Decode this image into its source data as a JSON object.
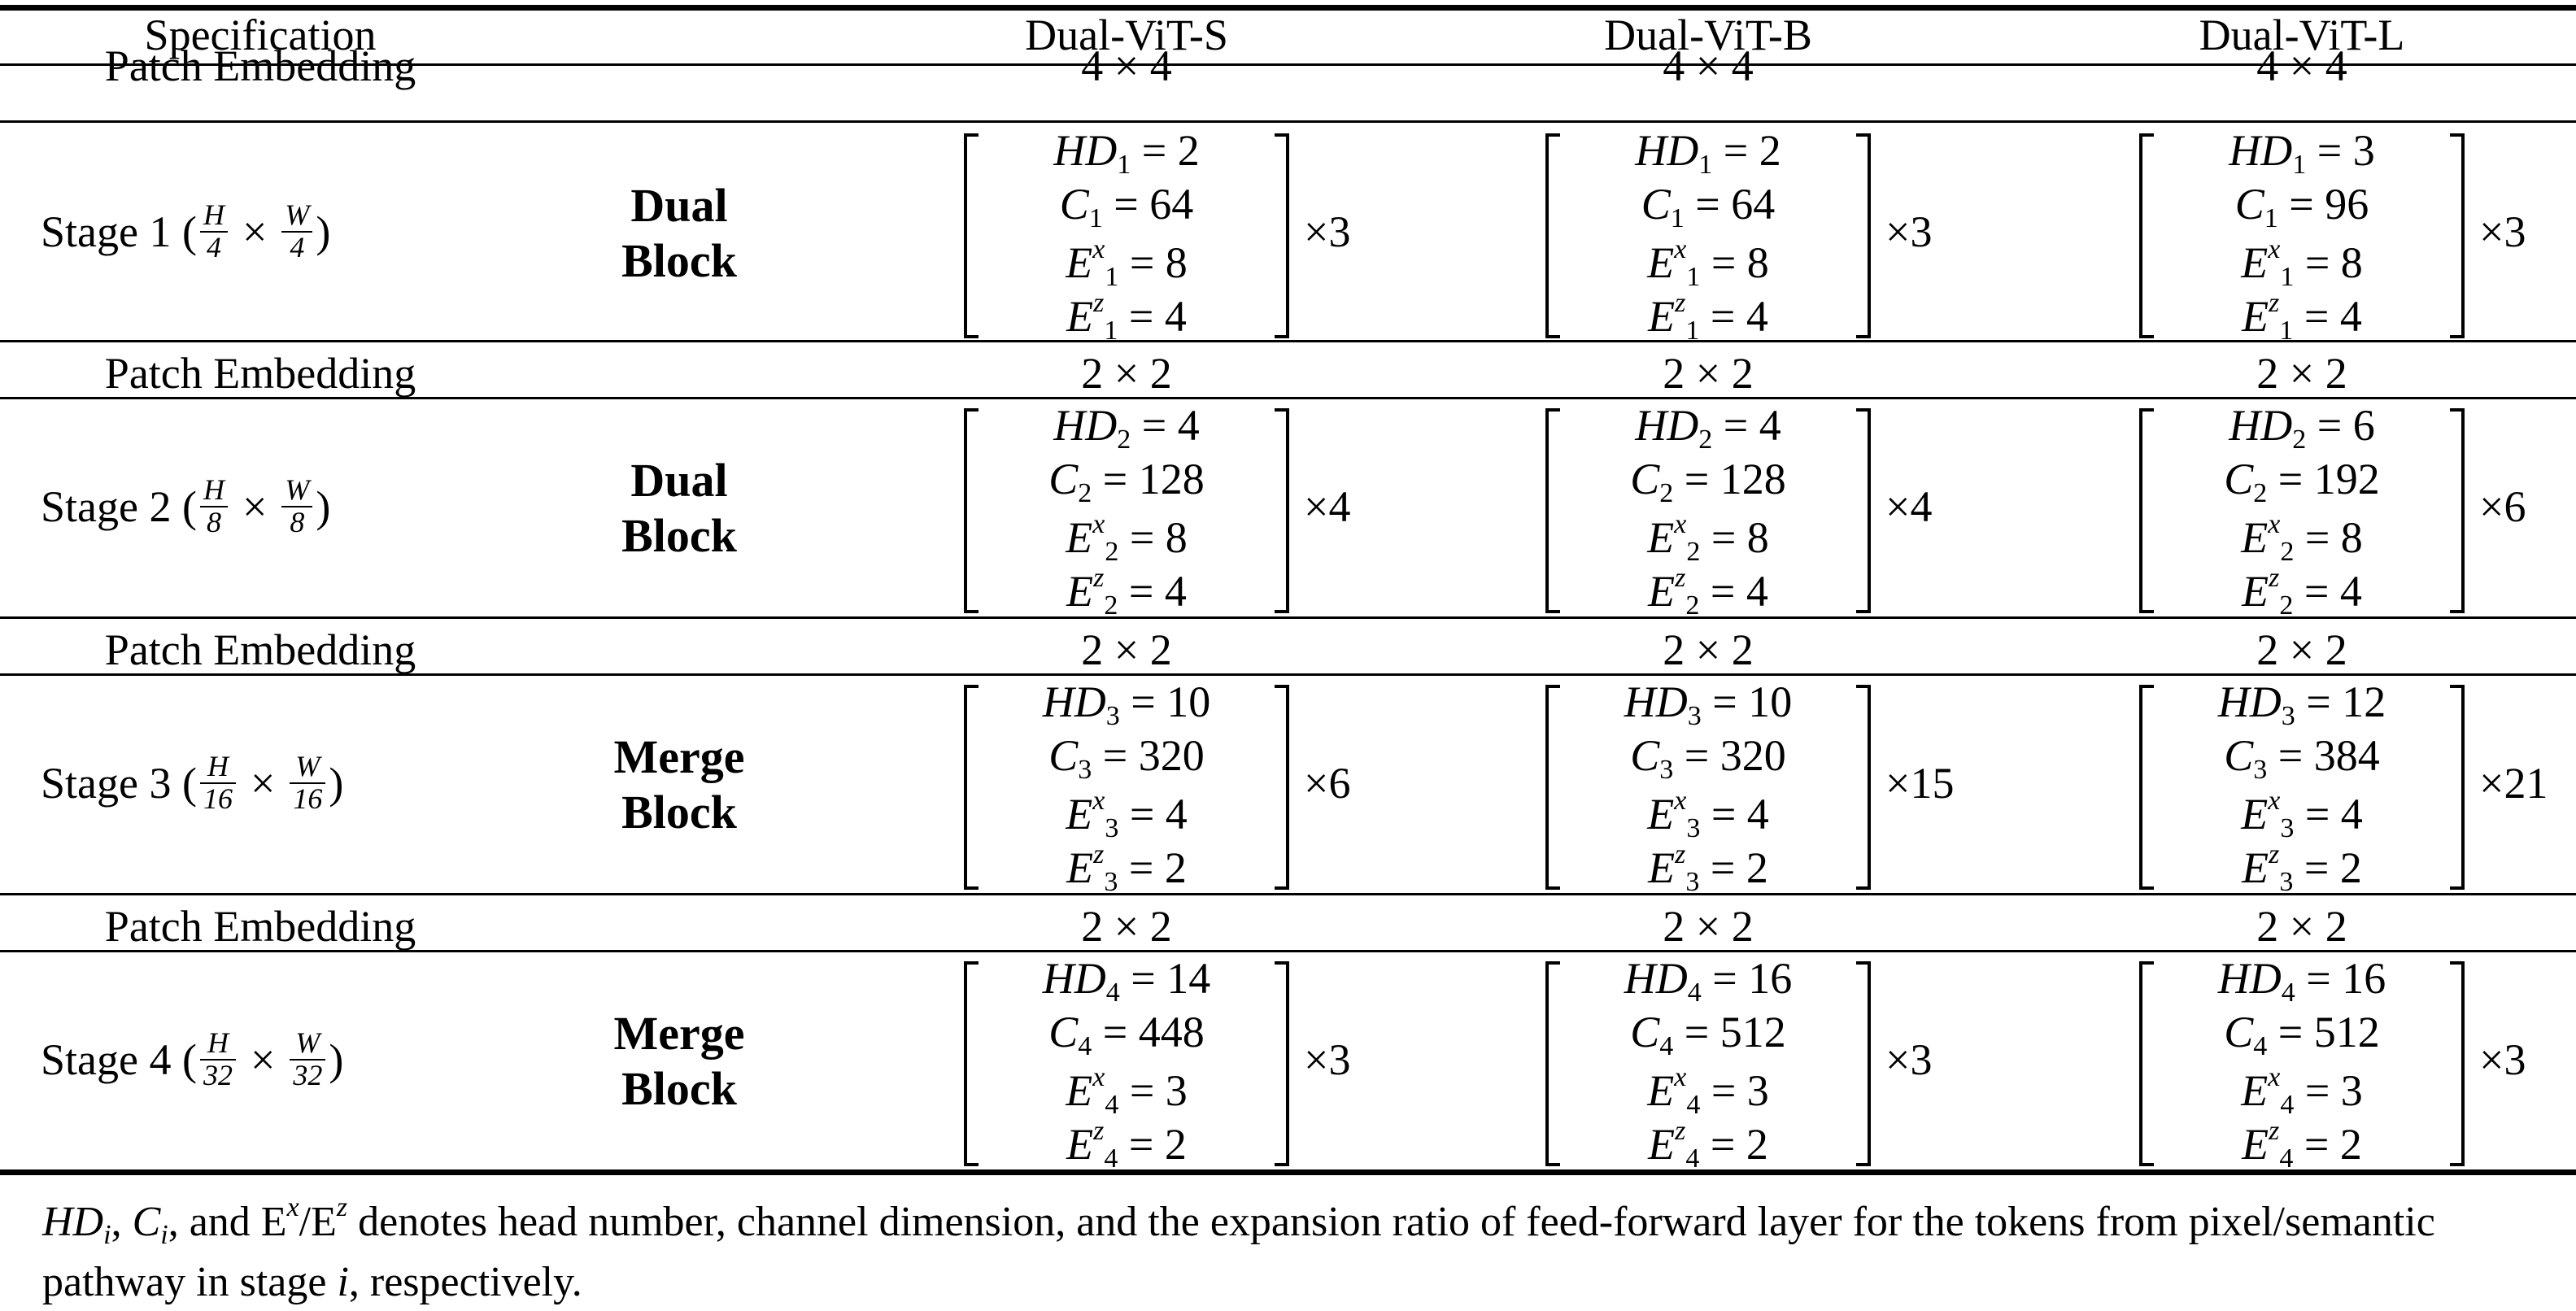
{
  "header": [
    "Specification",
    "Dual-ViT-S",
    "Dual-ViT-B",
    "Dual-ViT-L"
  ],
  "patch_label": "Patch Embedding",
  "patches": [
    [
      "4 × 4",
      "4 × 4",
      "4 × 4"
    ],
    [
      "2 × 2",
      "2 × 2",
      "2 × 2"
    ],
    [
      "2 × 2",
      "2 × 2",
      "2 × 2"
    ],
    [
      "2 × 2",
      "2 × 2",
      "2 × 2"
    ]
  ],
  "stages": [
    {
      "label": "Stage 1 (",
      "num1": "H",
      "den1": "4",
      "num2": "W",
      "den2": "4",
      "times": "×",
      "close": ")",
      "block": [
        "Dual",
        "Block"
      ],
      "idx": "1",
      "models": [
        {
          "hd": "2",
          "c": "64",
          "ex": "8",
          "ez": "4",
          "rep": "×3"
        },
        {
          "hd": "2",
          "c": "64",
          "ex": "8",
          "ez": "4",
          "rep": "×3"
        },
        {
          "hd": "3",
          "c": "96",
          "ex": "8",
          "ez": "4",
          "rep": "×3"
        }
      ]
    },
    {
      "label": "Stage 2 (",
      "num1": "H",
      "den1": "8",
      "num2": "W",
      "den2": "8",
      "times": "×",
      "close": ")",
      "block": [
        "Dual",
        "Block"
      ],
      "idx": "2",
      "models": [
        {
          "hd": "4",
          "c": "128",
          "ex": "8",
          "ez": "4",
          "rep": "×4"
        },
        {
          "hd": "4",
          "c": "128",
          "ex": "8",
          "ez": "4",
          "rep": "×4"
        },
        {
          "hd": "6",
          "c": "192",
          "ex": "8",
          "ez": "4",
          "rep": "×6"
        }
      ]
    },
    {
      "label": "Stage 3 (",
      "num1": "H",
      "den1": "16",
      "num2": "W",
      "den2": "16",
      "times": "×",
      "close": ")",
      "block": [
        "Merge",
        "Block"
      ],
      "idx": "3",
      "models": [
        {
          "hd": "10",
          "c": "320",
          "ex": "4",
          "ez": "2",
          "rep": "×6"
        },
        {
          "hd": "10",
          "c": "320",
          "ex": "4",
          "ez": "2",
          "rep": "×15"
        },
        {
          "hd": "12",
          "c": "384",
          "ex": "4",
          "ez": "2",
          "rep": "×21"
        }
      ]
    },
    {
      "label": "Stage 4 (",
      "num1": "H",
      "den1": "32",
      "num2": "W",
      "den2": "32",
      "times": "×",
      "close": ")",
      "block": [
        "Merge",
        "Block"
      ],
      "idx": "4",
      "models": [
        {
          "hd": "14",
          "c": "448",
          "ex": "3",
          "ez": "2",
          "rep": "×3"
        },
        {
          "hd": "16",
          "c": "512",
          "ex": "3",
          "ez": "2",
          "rep": "×3"
        },
        {
          "hd": "16",
          "c": "512",
          "ex": "3",
          "ez": "2",
          "rep": "×3"
        }
      ]
    }
  ],
  "math": {
    "hd": "HD",
    "c": "C",
    "e": "E",
    "x": "x",
    "z": "z",
    "eq": " = "
  },
  "footnote": {
    "hd": "HD",
    "i": "i",
    "c": "C",
    "and": ", and ",
    "comma": ", ",
    "e": "E",
    "x": "x",
    "slash": "/",
    "z": "z",
    "text": " denotes head number, channel dimension, and the expansion ratio of feed-forward layer for the tokens from pixel/semantic pathway in stage ",
    "end": ", respectively."
  }
}
